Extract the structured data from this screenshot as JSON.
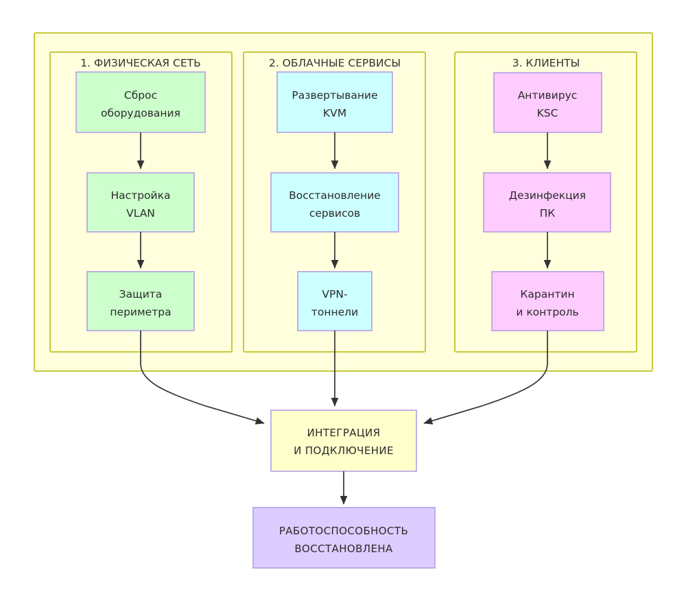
{
  "diagram": {
    "title_visible": false,
    "colors": {
      "panel_fill": "#ffffdd",
      "panel_stroke": "#c8c83c",
      "node_stroke": "#b49ce6",
      "green": "#ccffcc",
      "blue": "#ccffff",
      "pink": "#ffccff",
      "cream": "#ffffcc",
      "purple": "#ddccff",
      "edge": "#333333",
      "text": "#2b2b2b",
      "background": "#ffffff"
    },
    "columns": [
      {
        "id": "physical-network",
        "title": "1. ФИЗИЧЕСКАЯ СЕТЬ",
        "color": "green",
        "nodes": [
          {
            "id": "hardware-reset",
            "line1": "Сброс",
            "line2": "оборудования"
          },
          {
            "id": "vlan-setup",
            "line1": "Настройка",
            "line2": "VLAN"
          },
          {
            "id": "perimeter-protection",
            "line1": "Защита",
            "line2": "периметра"
          }
        ]
      },
      {
        "id": "cloud-services",
        "title": "2. ОБЛАЧНЫЕ СЕРВИСЫ",
        "color": "blue",
        "nodes": [
          {
            "id": "kvm-deployment",
            "line1": "Развертывание",
            "line2": "KVM"
          },
          {
            "id": "services-restore",
            "line1": "Восстановление",
            "line2": "сервисов"
          },
          {
            "id": "vpn-tunnels",
            "line1": "VPN-",
            "line2": "тоннели"
          }
        ]
      },
      {
        "id": "clients",
        "title": "3. КЛИЕНТЫ",
        "color": "pink",
        "nodes": [
          {
            "id": "antivirus-ksc",
            "line1": "Антивирус",
            "line2": "KSC"
          },
          {
            "id": "pc-disinfection",
            "line1": "Дезинфекция",
            "line2": "ПК"
          },
          {
            "id": "quarantine-control",
            "line1": "Карантин",
            "line2": "и контроль"
          }
        ]
      }
    ],
    "integration_node": {
      "id": "integration",
      "line1": "ИНТЕГРАЦИЯ",
      "line2": "И ПОДКЛЮЧЕНИЕ",
      "color": "cream"
    },
    "result_node": {
      "id": "operability-restored",
      "line1": "РАБОТОСПОСОБНОСТЬ",
      "line2": "ВОССТАНОВЛЕНА",
      "color": "purple"
    }
  }
}
